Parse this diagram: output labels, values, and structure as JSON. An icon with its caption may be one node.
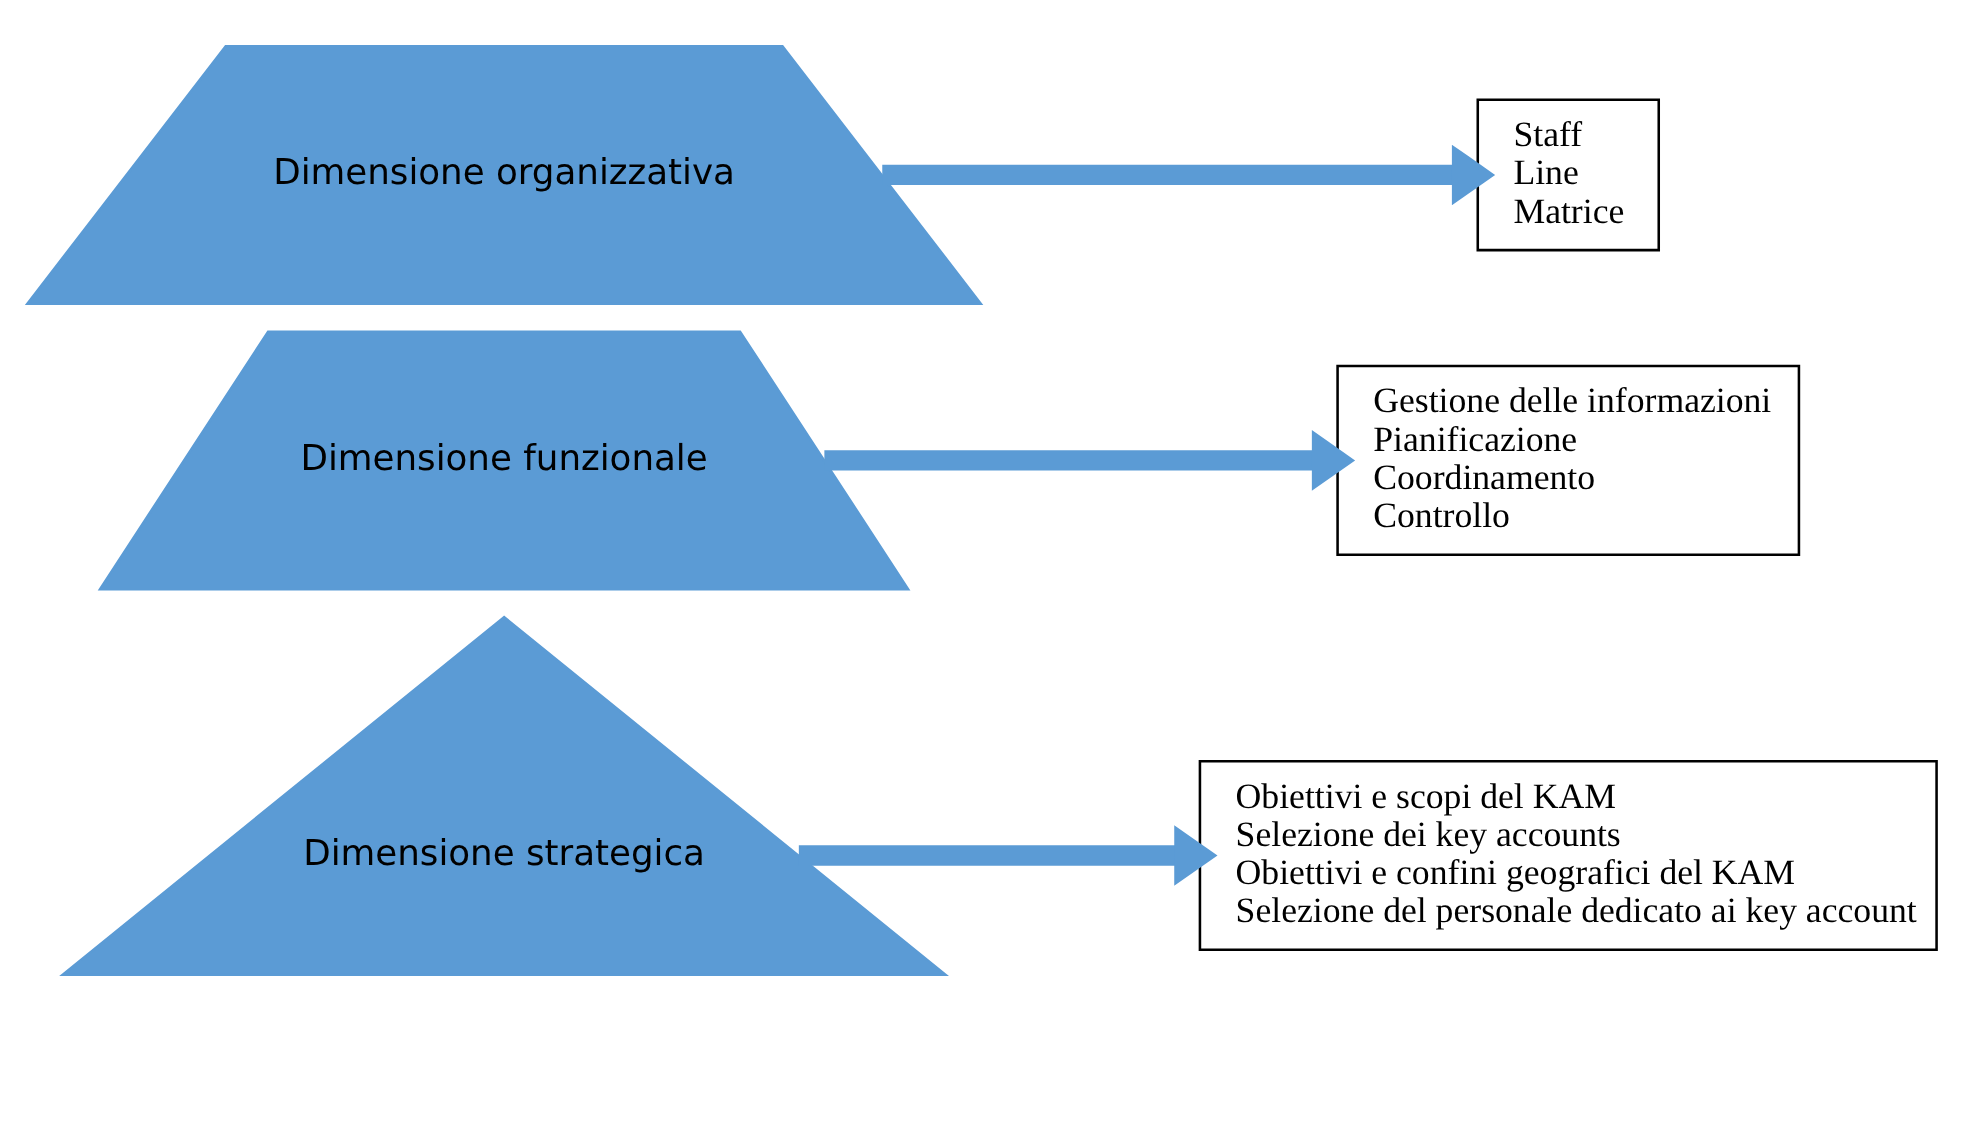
{
  "diagram": {
    "nodes": [
      {
        "text": [
          "Dimensione strategica"
        ]
      },
      {
        "text": [
          "Dimensione funzionale"
        ]
      },
      {
        "text": [
          "Dimensione organizzativa"
        ]
      },
      {
        "text": [
          "Obiettivi e scopi del KAM",
          "Selezione dei key accounts",
          "Obiettivi e confini geografici del KAM",
          "Selezione del personale dedicato ai key account"
        ]
      },
      {
        "text": [
          "Gestione delle informazioni",
          "Pianificazione",
          "Coordinamento",
          "Controllo"
        ]
      },
      {
        "text": [
          "Staff",
          "Line",
          "Matrice"
        ]
      }
    ],
    "edges": [
      {
        "from": 0,
        "to": 3,
        "arrow": "to"
      },
      {
        "from": 1,
        "to": 4,
        "arrow": "to"
      },
      {
        "from": 2,
        "to": 5,
        "arrow": "to"
      }
    ]
  }
}
